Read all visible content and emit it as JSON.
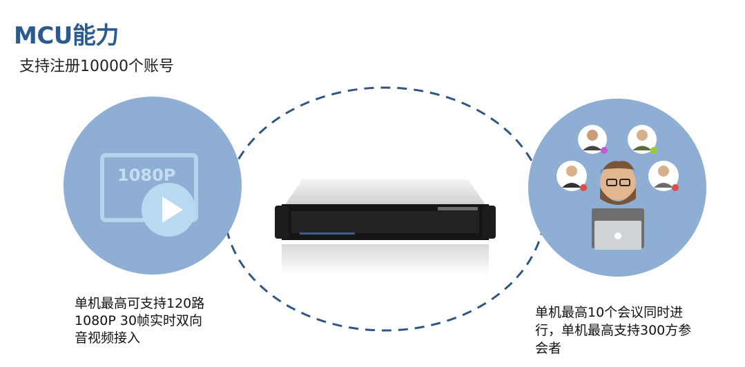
{
  "header": {
    "title": "MCU能力",
    "subtitle": "支持注册10000个账号"
  },
  "left_feature": {
    "icon_label": "1080P",
    "lines": [
      "单机最高可支持120路",
      "1080P 30帧实时双向",
      "音视频接入"
    ]
  },
  "right_feature": {
    "lines": [
      "单机最高10个会议同时进",
      "行，单机最高支持300方参",
      "会者"
    ]
  },
  "colors": {
    "title": "#2a5a8f",
    "circle": "#8eaed4",
    "dashed_ring": "#2f5683"
  }
}
